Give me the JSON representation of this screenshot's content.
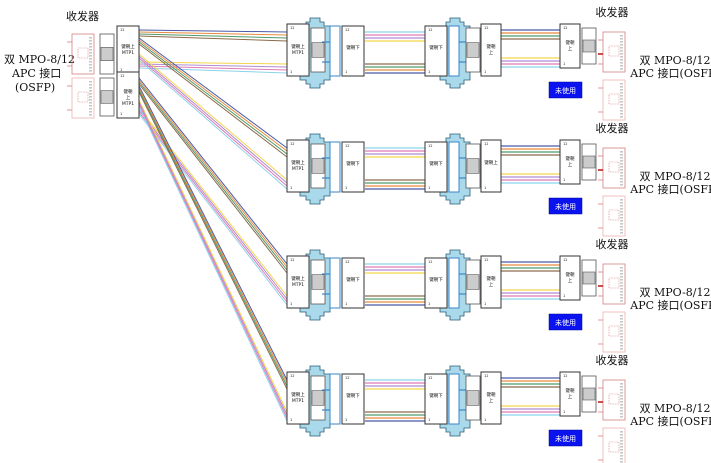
{
  "title": "MPO-8/12 APC breakout fiber routing",
  "colors": {
    "connector_body": "#a9d9ea",
    "connector_outline": "#2a5d7a",
    "inner_blue": "#3a86c8",
    "transceiver_outline": "#d88080",
    "unused_fill": "#0a12f0",
    "fiber": [
      "#8cd3ea",
      "#e07ab8",
      "#b08cd0",
      "#f4d54a",
      "#8b6a4a",
      "#4f9a6a",
      "#e88a3c",
      "#4a5aa8"
    ]
  },
  "left_transceiver": {
    "title": "收发器",
    "port_label_line1": "双 MPO-8/12",
    "port_label_line2": "APC 接口",
    "port_label_line3": "(OSFP)",
    "ports": [
      {
        "label_line1": "键朝上",
        "label_line2": "MTP1"
      },
      {
        "label_line1": "键朝",
        "label_line2": "上",
        "label_line3": "MTP1"
      }
    ]
  },
  "rows": [
    {
      "left_connector": {
        "label_line1": "键朝上",
        "label_line2": "MTP1"
      },
      "coupler_a_label": "键朝下",
      "coupler_b_label": "键朝下",
      "right_connector": {
        "label_line1": "键朝",
        "label_line2": "上"
      },
      "transceiver_title": "收发器",
      "port_label_line1": "双 MPO-8/12",
      "port_label_line2": "APC 接口(OSFP)",
      "unused_label": "未使用"
    },
    {
      "left_connector": {
        "label_line1": "键朝上",
        "label_line2": "MTP1"
      },
      "coupler_a_label": "键朝下",
      "coupler_b_label": "键朝下",
      "right_connector": {
        "label_line1": "键朝上",
        "label_line2": ""
      },
      "transceiver_title": "收发器",
      "port_label_line1": "双 MPO-8/12",
      "port_label_line2": "APC 接口(OSFP)",
      "unused_label": "未使用"
    },
    {
      "left_connector": {
        "label_line1": "键朝上",
        "label_line2": "MTP1"
      },
      "coupler_a_label": "键朝下",
      "coupler_b_label": "键朝下",
      "right_connector": {
        "label_line1": "键朝",
        "label_line2": "上"
      },
      "transceiver_title": "收发器",
      "port_label_line1": "双 MPO-8/12",
      "port_label_line2": "APC 接口(OSFP)",
      "unused_label": "未使用"
    },
    {
      "left_connector": {
        "label_line1": "键朝上",
        "label_line2": "MTP1"
      },
      "coupler_a_label": "键朝下",
      "coupler_b_label": "键朝下",
      "right_connector": {
        "label_line1": "键朝",
        "label_line2": "上"
      },
      "transceiver_title": "收发器",
      "port_label_line1": "双 MPO-8/12",
      "port_label_line2": "APC 接口(OSFP)",
      "unused_label": "未使用"
    }
  ]
}
